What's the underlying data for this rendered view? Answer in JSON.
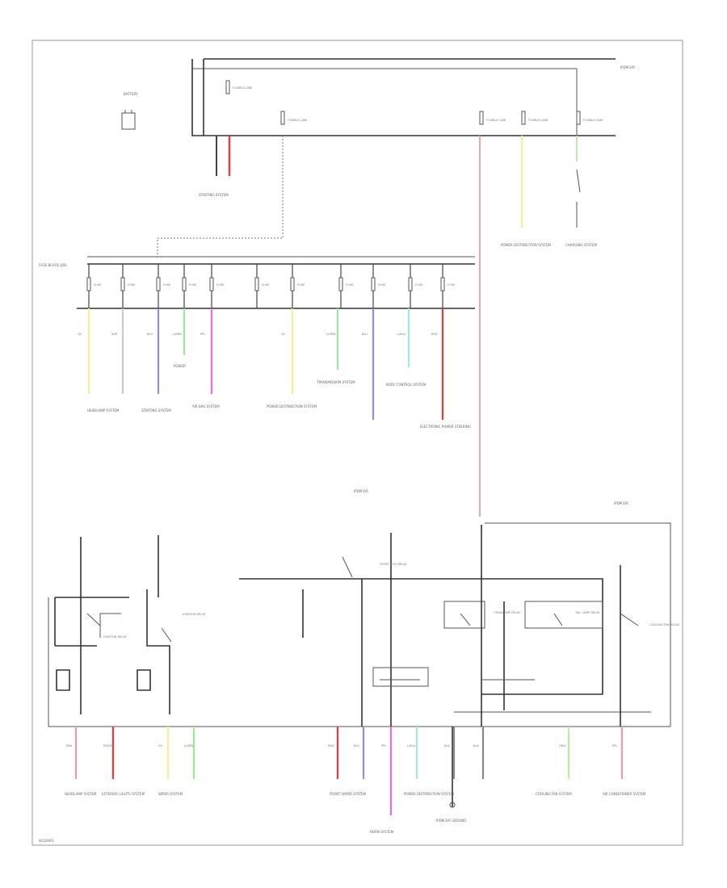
{
  "colors": {
    "yellow": "#f2f28a",
    "blue": "#8f8fe8",
    "green": "#9be89b",
    "magenta": "#e86ce8",
    "red": "#e83b3b",
    "pink": "#f29aa6",
    "cyan": "#9ee8e8",
    "lightgreen": "#b8f0a0",
    "lightred": "#f2a8a8",
    "wire": "#333333",
    "frame": "#999999"
  },
  "labels": {
    "top_right": "IPDM E/R",
    "battery": "BATTERY",
    "top_fuses": [
      "FUSIBLE LINK",
      "FUSIBLE LINK",
      "FUSIBLE LINK",
      "FUSIBLE LINK",
      "FUSIBLE LINK"
    ],
    "starting_system": "STARTING SYSTEM",
    "right_branch_1": "POWER DISTRIBUTION SYSTEM",
    "right_branch_2": "CHARGING SYSTEM",
    "fuse_block": "FUSE BLOCK (J/B)",
    "row_fuses": [
      "FUSE",
      "FUSE",
      "FUSE",
      "FUSE",
      "FUSE",
      "FUSE",
      "FUSE",
      "FUSE",
      "FUSE",
      "FUSE",
      "FUSE"
    ],
    "row_wire_colors": [
      "Y/L",
      "W/R",
      "BLU",
      "L/BRN",
      "PPL",
      "Y/L",
      "L/GRN",
      "BLU",
      "L/BLU",
      "RED"
    ],
    "mid_systems": [
      "HEADLAMP SYSTEM",
      "STARTING SYSTEM",
      "POWER",
      "AIR BAG SYSTEM",
      "POWER DISTRIBUTION SYSTEM",
      "TRANSMISSION SYSTEM",
      "BODY CONTROL SYSTEM",
      "ELECTRONIC POWER STEERING"
    ],
    "mid_ground": "IPDM E/R",
    "right_panel": "IPDM E/R",
    "relays": [
      "IGNITION RELAY",
      "IGNITION RELAY",
      "FRONT FOG RELAY",
      "HEADLAMP RELAY",
      "TAIL LAMP RELAY",
      "COOLING FAN RELAY"
    ],
    "bottom_systems": [
      "HEADLAMP SYSTEM",
      "EXTERIOR LIGHTS SYSTEM",
      "WIPER SYSTEM",
      "FRONT WIPER SYSTEM",
      "HORN SYSTEM",
      "POWER DISTRIBUTION SYSTEM",
      "IPDM E/R GROUND",
      "COOLING FAN SYSTEM",
      "AIR CONDITIONER SYSTEM"
    ],
    "bottom_wire_colors": [
      "PNK",
      "RED/W",
      "Y/L",
      "L/GRN",
      "RED",
      "BLU",
      "PPL",
      "L/BLU",
      "BLK",
      "BLK",
      "GRN",
      "PPL"
    ],
    "page_id": "W120001"
  }
}
